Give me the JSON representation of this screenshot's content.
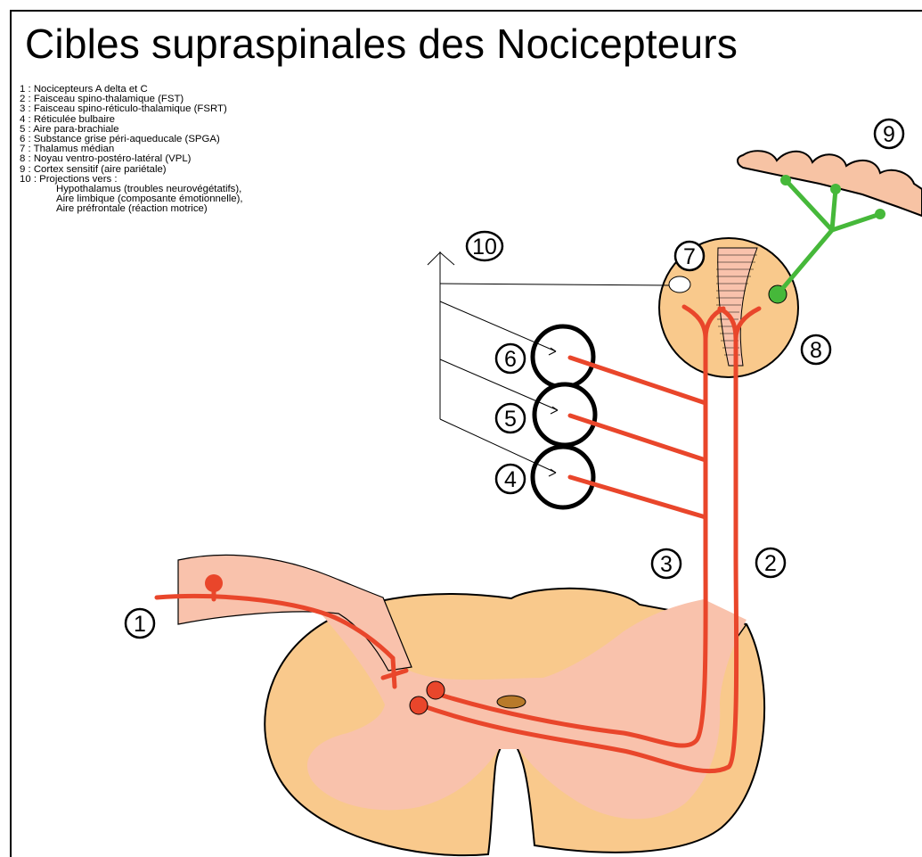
{
  "title": "Cibles supraspinales des Nocicepteurs",
  "legend": [
    "1 : Nocicepteurs A delta et C",
    "2 : Faisceau spino-thalamique (FST)",
    "3 : Faisceau spino-réticulo-thalamique (FSRT)",
    "4 : Réticulée bulbaire",
    "5 : Aire para-brachiale",
    "6 : Substance grise péri-aqueducale (SPGA)",
    "7 : Thalamus médian",
    "8 : Noyau ventro-postéro-latéral (VPL)",
    "9 : Cortex sensitif (aire pariétale)",
    "10 : Projections vers :"
  ],
  "legend_sub": [
    "Hypothalamus (troubles neurovégétatifs),",
    "Aire limbique (composante émotionnelle),",
    "Aire préfrontale (réaction motrice)"
  ],
  "numbers": {
    "n1": "1",
    "n2": "2",
    "n3": "3",
    "n4": "4",
    "n5": "5",
    "n6": "6",
    "n7": "7",
    "n8": "8",
    "n9": "9",
    "n10": "10"
  },
  "colors": {
    "spinal_cord": "#f9c98c",
    "root_and_grey": "#f9c2ac",
    "pathway": "#e9462b",
    "cortex_projection": "#46b83a",
    "ventricle": "#b87a2a"
  }
}
